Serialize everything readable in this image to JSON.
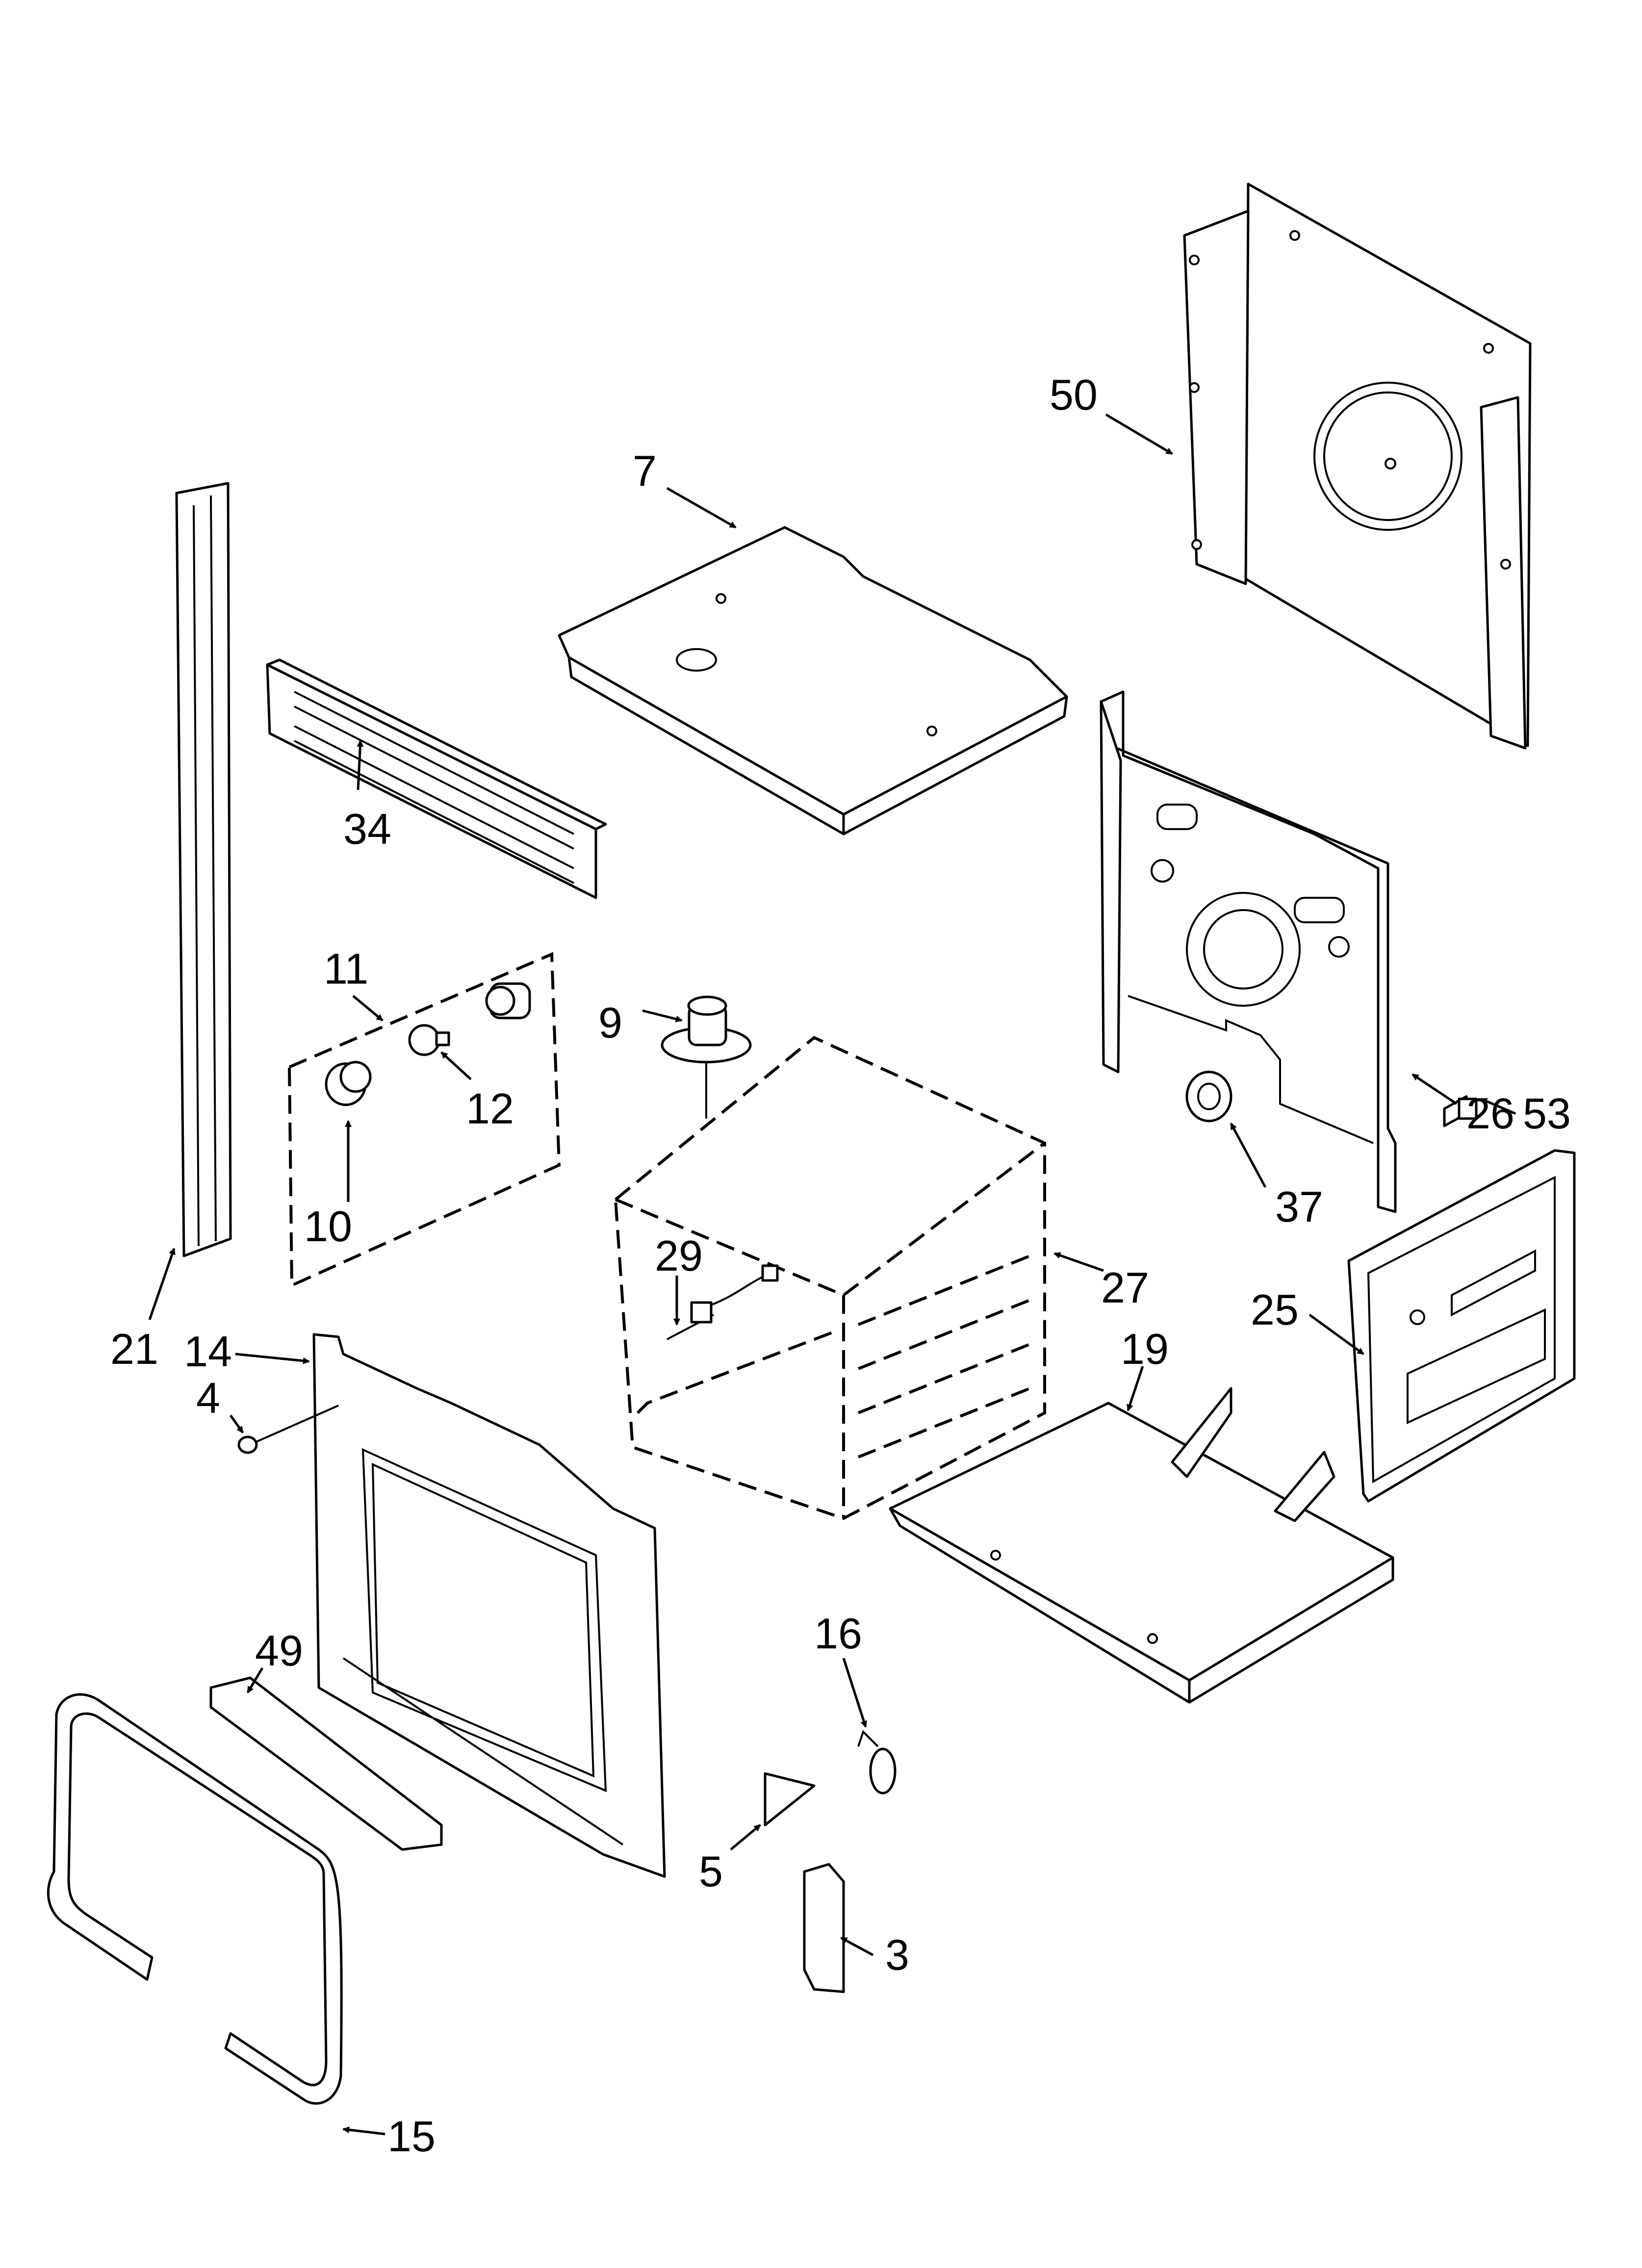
{
  "diagram": {
    "labels": {
      "p3": "3",
      "p4": "4",
      "p5": "5",
      "p7": "7",
      "p9": "9",
      "p10": "10",
      "p11": "11",
      "p12": "12",
      "p14": "14",
      "p15": "15",
      "p16": "16",
      "p19": "19",
      "p21": "21",
      "p25": "25",
      "p26": "26",
      "p27": "27",
      "p29": "29",
      "p34": "34",
      "p37": "37",
      "p49": "49",
      "p50": "50",
      "p53": "53"
    }
  }
}
